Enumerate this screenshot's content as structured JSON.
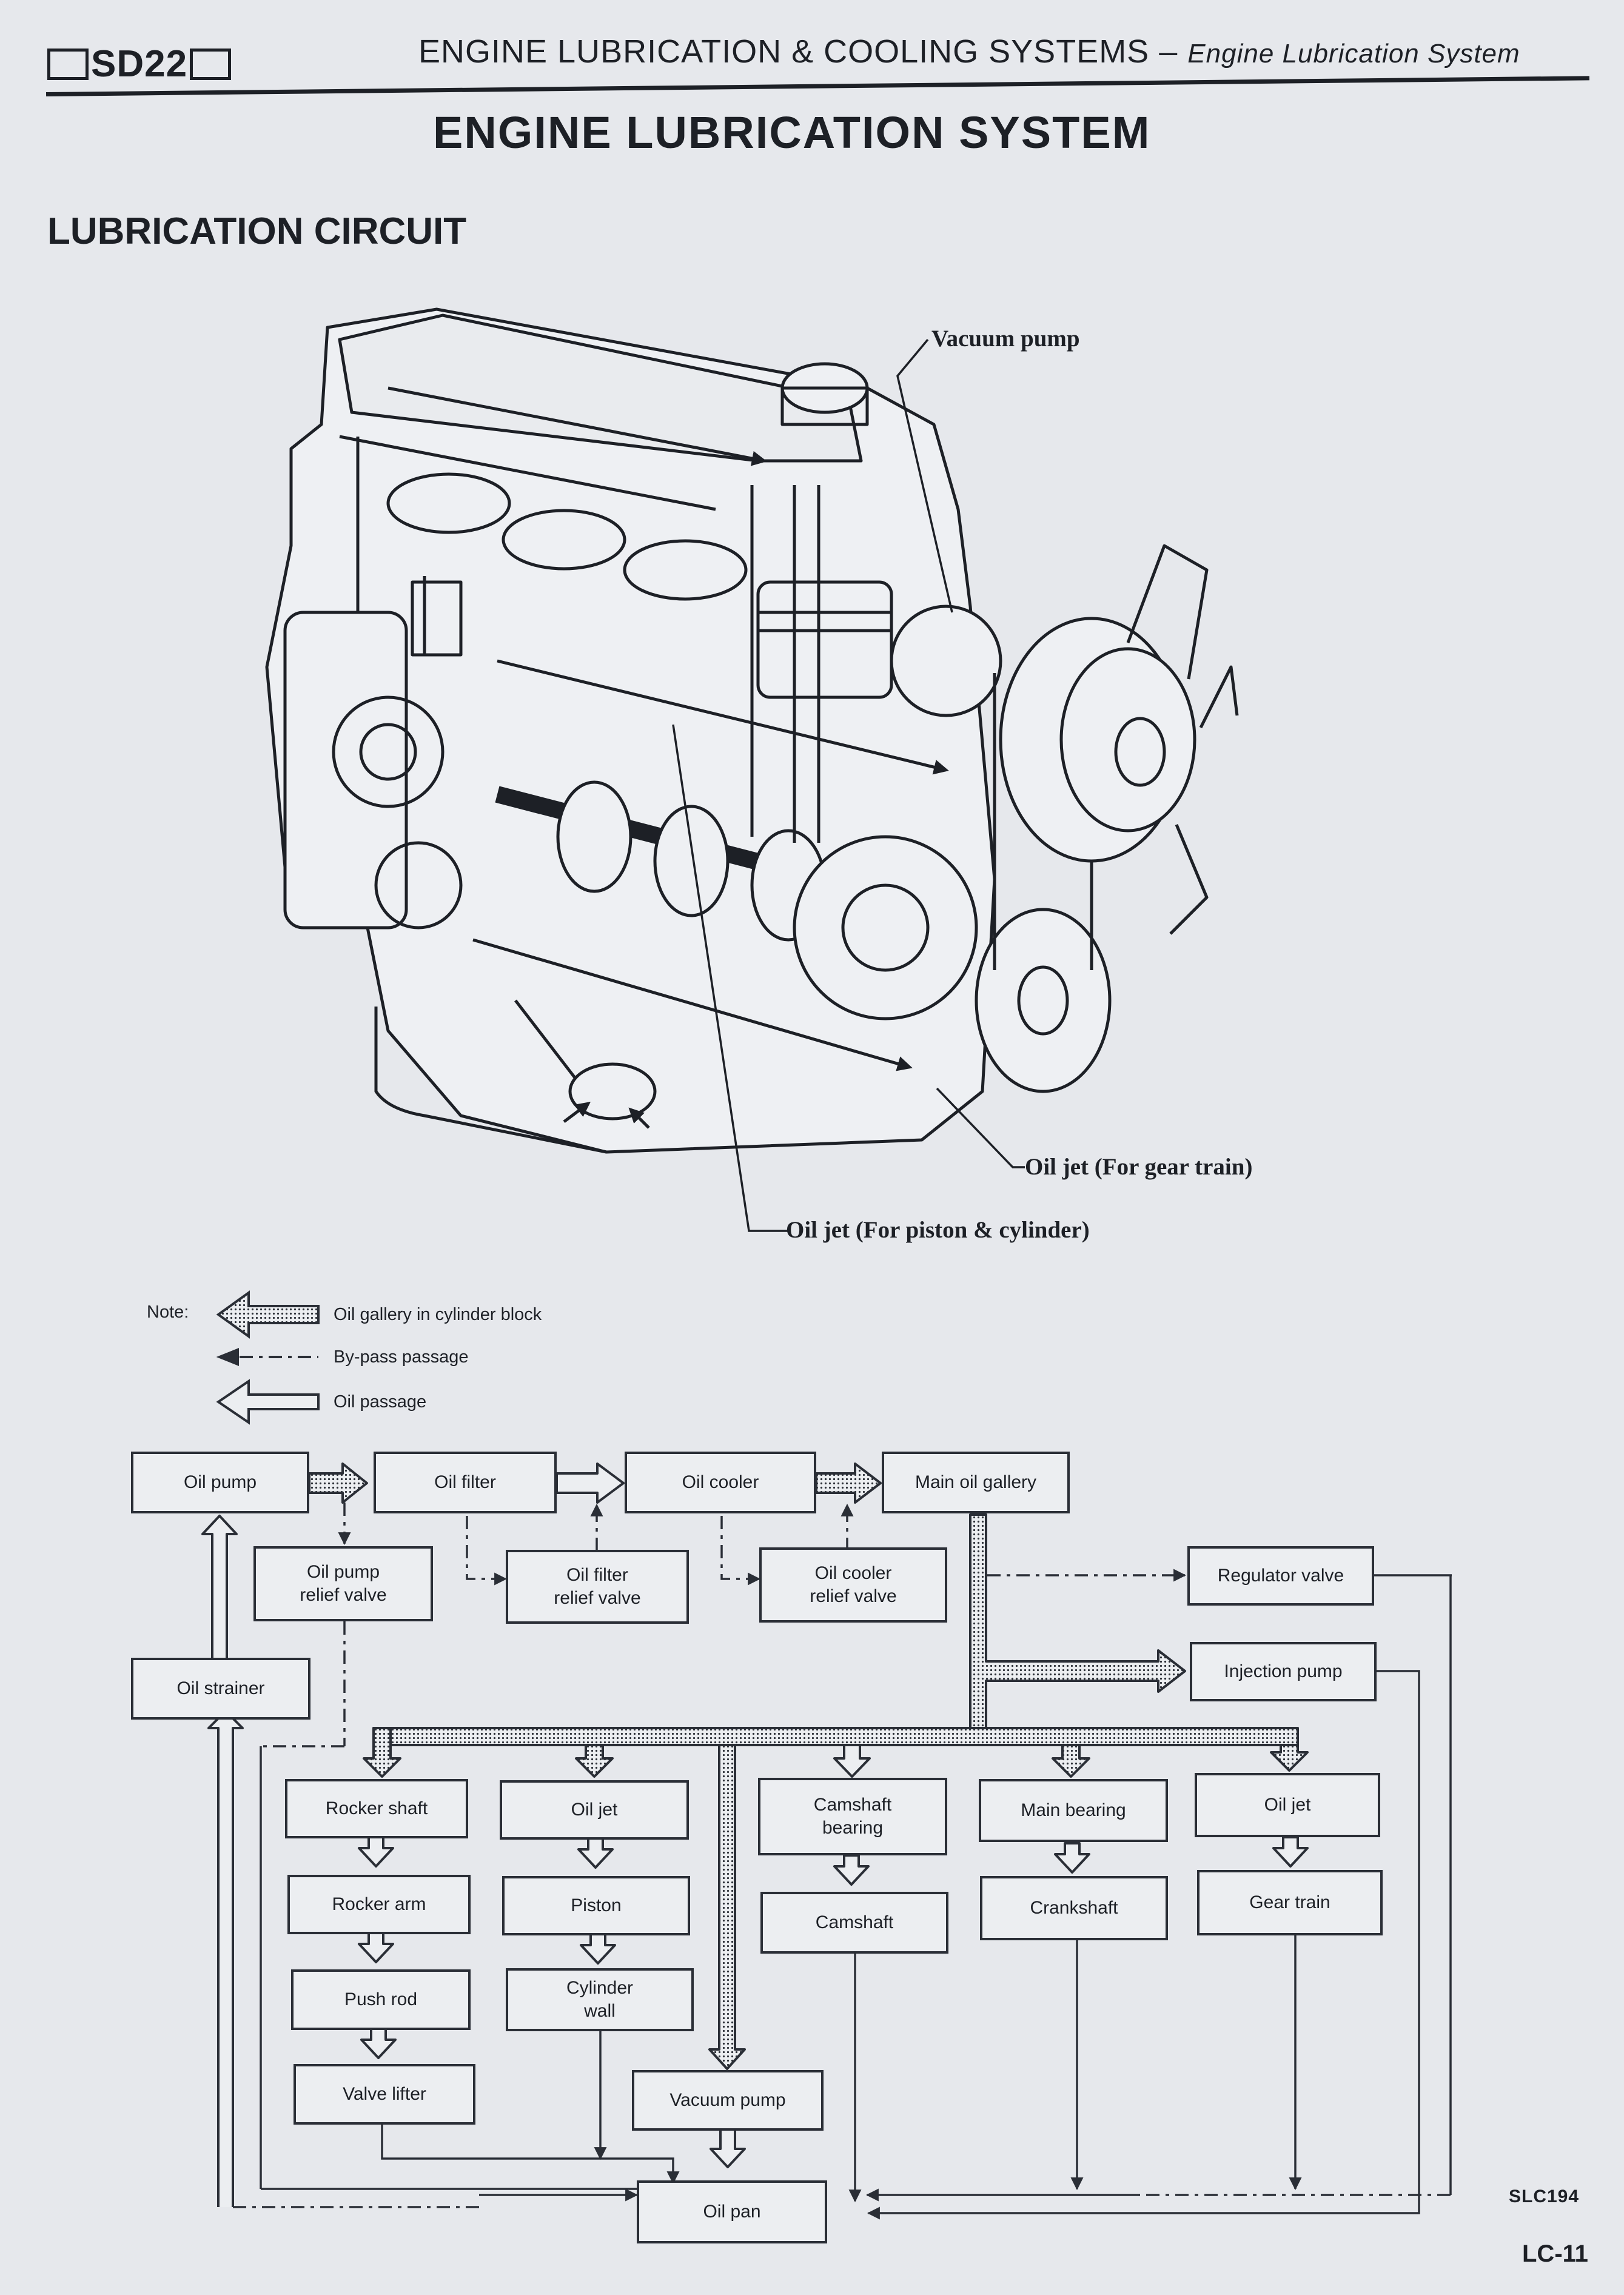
{
  "header": {
    "model": "SD22",
    "section": "ENGINE LUBRICATION & COOLING SYSTEMS",
    "dash": "–",
    "subsection": "Engine Lubrication System"
  },
  "page_title": "ENGINE LUBRICATION SYSTEM",
  "section_title": "LUBRICATION CIRCUIT",
  "illustration": {
    "callouts": {
      "vacuum_pump": "Vacuum pump",
      "oil_jet_gear": "Oil jet (For gear train)",
      "oil_jet_piston": "Oil jet (For piston & cylinder)"
    }
  },
  "legend": {
    "note": "Note:",
    "gallery": "Oil gallery in cylinder block",
    "bypass": "By-pass passage",
    "passage": "Oil passage"
  },
  "flow": {
    "oil_pump": "Oil pump",
    "oil_filter": "Oil filter",
    "oil_cooler": "Oil cooler",
    "main_gallery": "Main oil gallery",
    "pump_relief": "Oil pump\nrelief valve",
    "filter_relief": "Oil filter\nrelief valve",
    "cooler_relief": "Oil cooler\nrelief valve",
    "regulator": "Regulator valve",
    "injection": "Injection pump",
    "strainer": "Oil strainer",
    "rocker_shaft": "Rocker shaft",
    "rocker_arm": "Rocker arm",
    "push_rod": "Push rod",
    "valve_lifter": "Valve lifter",
    "oil_jet_1": "Oil jet",
    "piston": "Piston",
    "cylinder_wall": "Cylinder\nwall",
    "vacuum_pump": "Vacuum pump",
    "camshaft_bearing": "Camshaft\nbearing",
    "camshaft": "Camshaft",
    "main_bearing": "Main bearing",
    "crankshaft": "Crankshaft",
    "oil_jet_2": "Oil jet",
    "gear_train": "Gear train",
    "oil_pan": "Oil pan"
  },
  "figure_code": "SLC194",
  "page_number": "LC-11"
}
